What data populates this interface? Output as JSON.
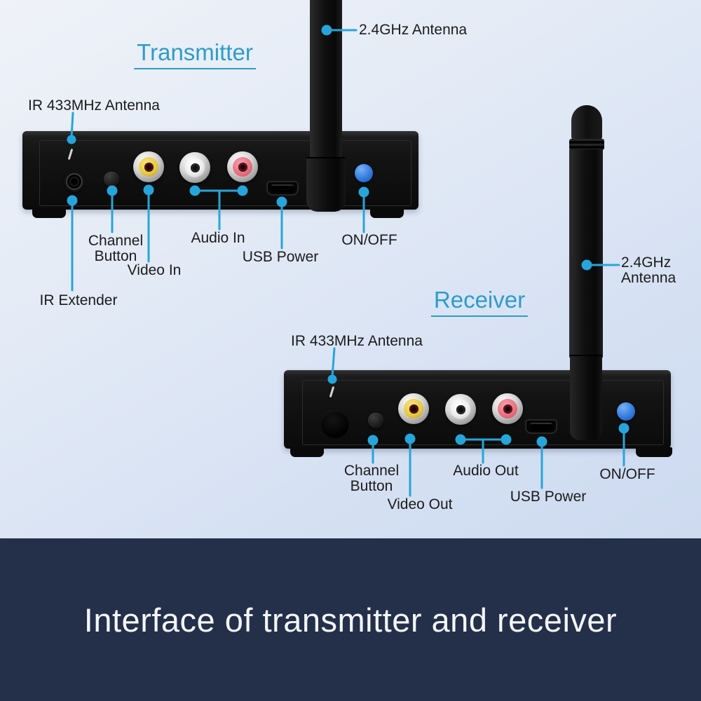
{
  "colors": {
    "accent_leader": "#27a5da",
    "accent_title": "#2e9cc8",
    "banner_bg": "#243049",
    "banner_fg": "#f3f5f8",
    "power_button_blue": "#2e74da",
    "rca_yellow": "#e6c93e",
    "rca_white": "#ededed",
    "rca_red": "#e8707f"
  },
  "banner": {
    "title": "Interface of transmitter and receiver"
  },
  "transmitter": {
    "title": "Transmitter",
    "labels": {
      "antenna24": "2.4GHz Antenna",
      "ir433": "IR 433MHz Antenna",
      "channel_line1": "Channel",
      "channel_line2": "Button",
      "video": "Video In",
      "audio": "Audio In",
      "usb": "USB Power",
      "power": "ON/OFF",
      "ir_extender": "IR Extender"
    }
  },
  "receiver": {
    "title": "Receiver",
    "labels": {
      "antenna24_line1": "2.4GHz",
      "antenna24_line2": "Antenna",
      "ir433": "IR 433MHz Antenna",
      "channel_line1": "Channel",
      "channel_line2": "Button",
      "video": "Video Out",
      "audio": "Audio Out",
      "usb": "USB Power",
      "power": "ON/OFF"
    }
  }
}
